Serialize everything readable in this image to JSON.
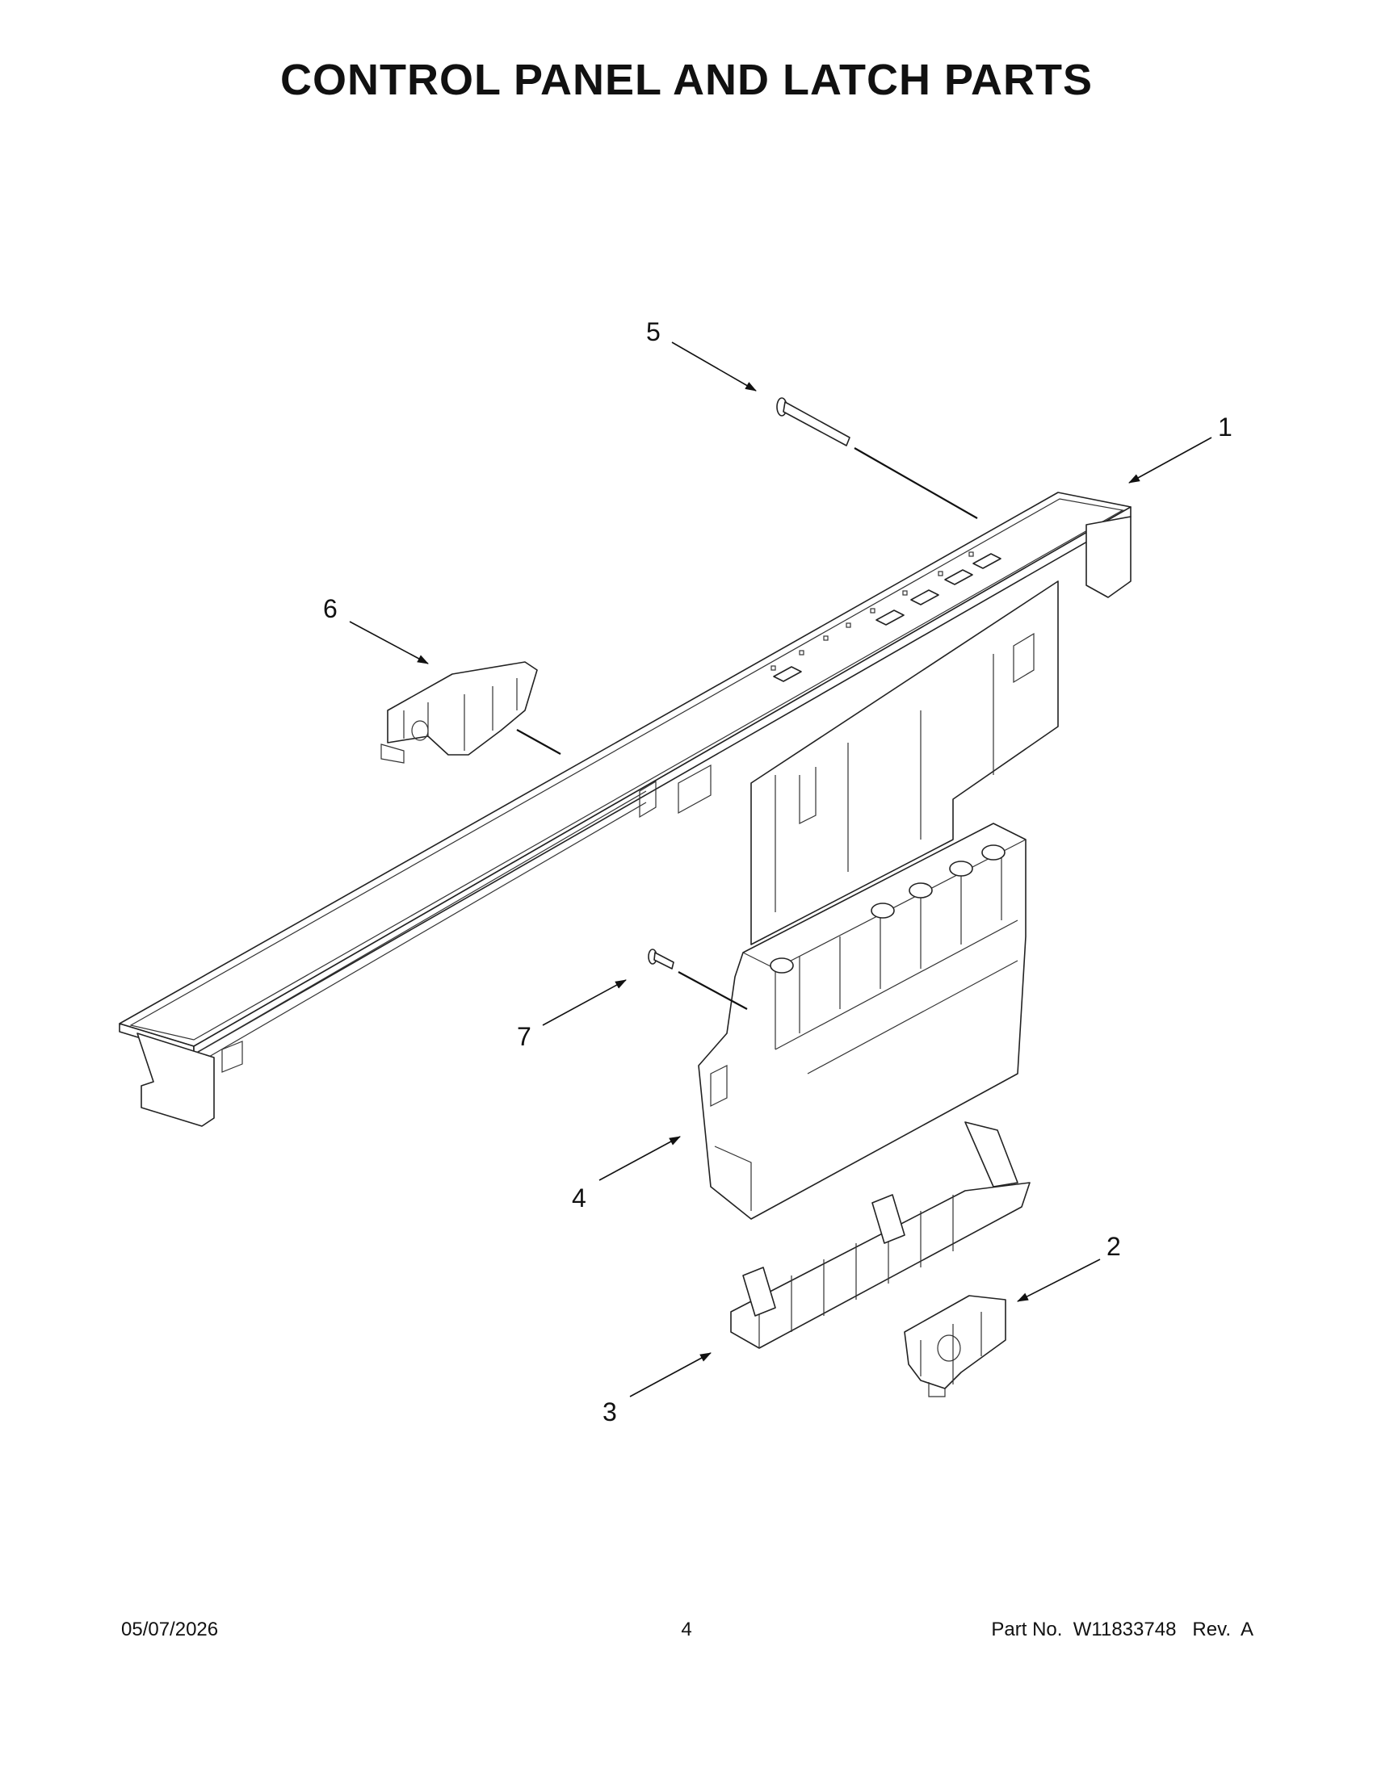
{
  "page": {
    "title": "CONTROL PANEL AND LATCH PARTS"
  },
  "callouts": [
    {
      "id": "1",
      "label": "1"
    },
    {
      "id": "2",
      "label": "2"
    },
    {
      "id": "3",
      "label": "3"
    },
    {
      "id": "4",
      "label": "4"
    },
    {
      "id": "5",
      "label": "5"
    },
    {
      "id": "6",
      "label": "6"
    },
    {
      "id": "7",
      "label": "7"
    }
  ],
  "footer": {
    "date": "05/07/2026",
    "page_number": "4",
    "part_number": "Part No.  W11833748   Rev.  A"
  }
}
